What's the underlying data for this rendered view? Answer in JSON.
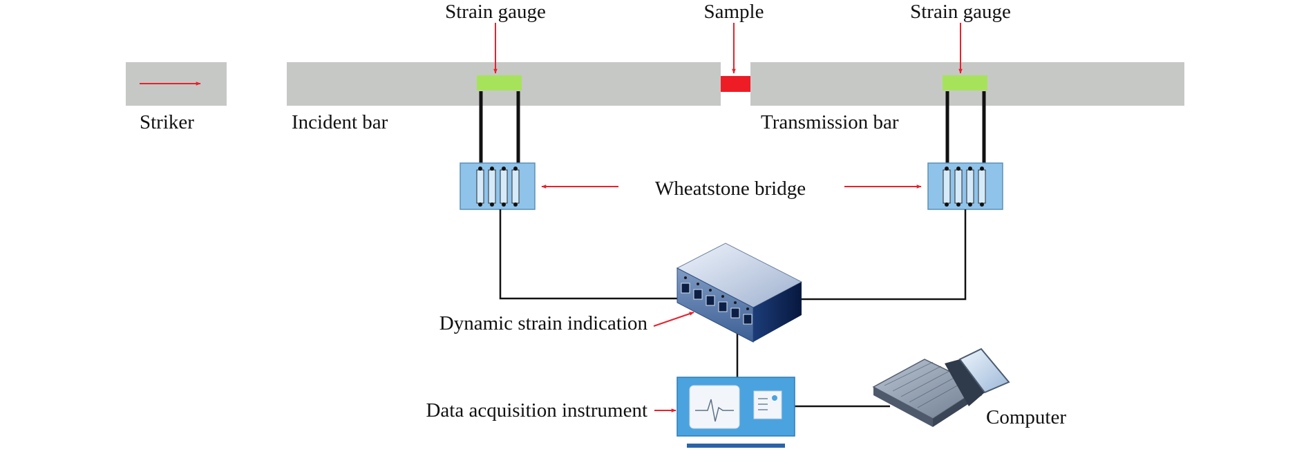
{
  "labels": {
    "strain_gauge_left": "Strain gauge",
    "sample": "Sample",
    "strain_gauge_right": "Strain gauge",
    "striker": "Striker",
    "incident_bar": "Incident bar",
    "transmission_bar": "Transmission bar",
    "wheatstone_bridge": "Wheatstone bridge",
    "dynamic_strain_indication": "Dynamic strain indication",
    "data_acquisition_instrument": "Data acquisition instrument",
    "computer": "Computer"
  },
  "colors": {
    "bar": "#c6c8c6",
    "gauge": "#a6e35a",
    "sample": "#ee1c25",
    "arrow": "#e8212b",
    "wire": "#111111",
    "bridge": "#8fc3ea",
    "daq": "#4aa3df"
  },
  "icons": {
    "bridge": "wheatstone-bridge-icon",
    "strain_indicator": "network-switch-icon",
    "daq": "oscilloscope-icon",
    "computer": "laptop-icon"
  }
}
